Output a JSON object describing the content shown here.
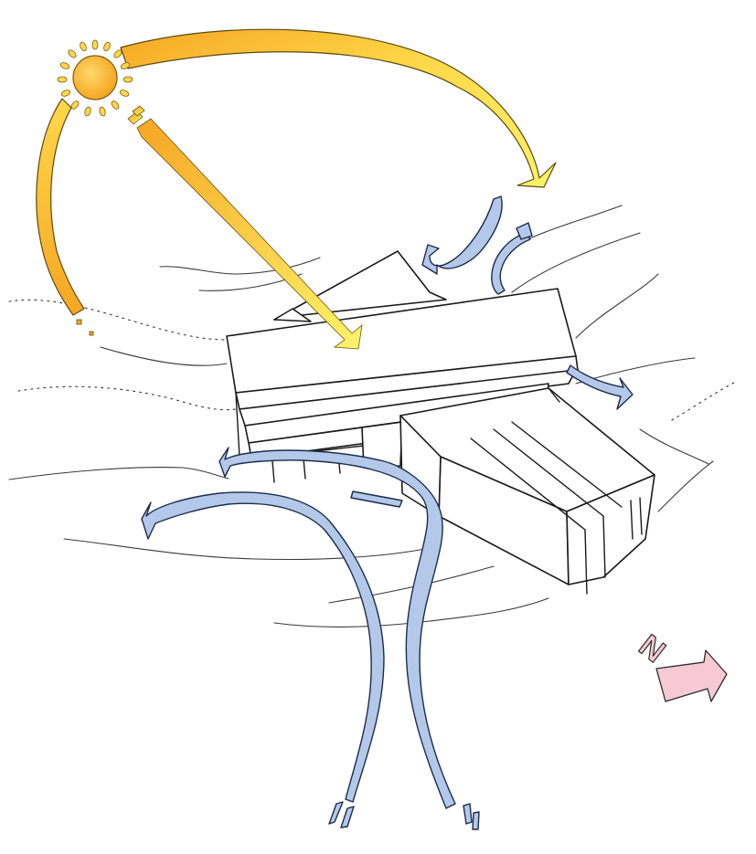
{
  "diagram": {
    "type": "architectural site climate sketch",
    "elements": [
      "sun",
      "sun-path-arc",
      "sun-ray-arrow",
      "building-massing",
      "wind-flow-arrows",
      "terrain-contours",
      "north-arrow"
    ]
  },
  "north_arrow": {
    "label": "N",
    "fill": "#f7c9d4"
  },
  "colors": {
    "sun_light": "#fff36a",
    "sun_dark": "#f5a623",
    "wind": "#b4c8ea",
    "north_arrow": "#f7c9d4",
    "ink": "#1a1a1a"
  },
  "icons": {
    "sun": "sun-icon",
    "north": "north-arrow-icon"
  }
}
